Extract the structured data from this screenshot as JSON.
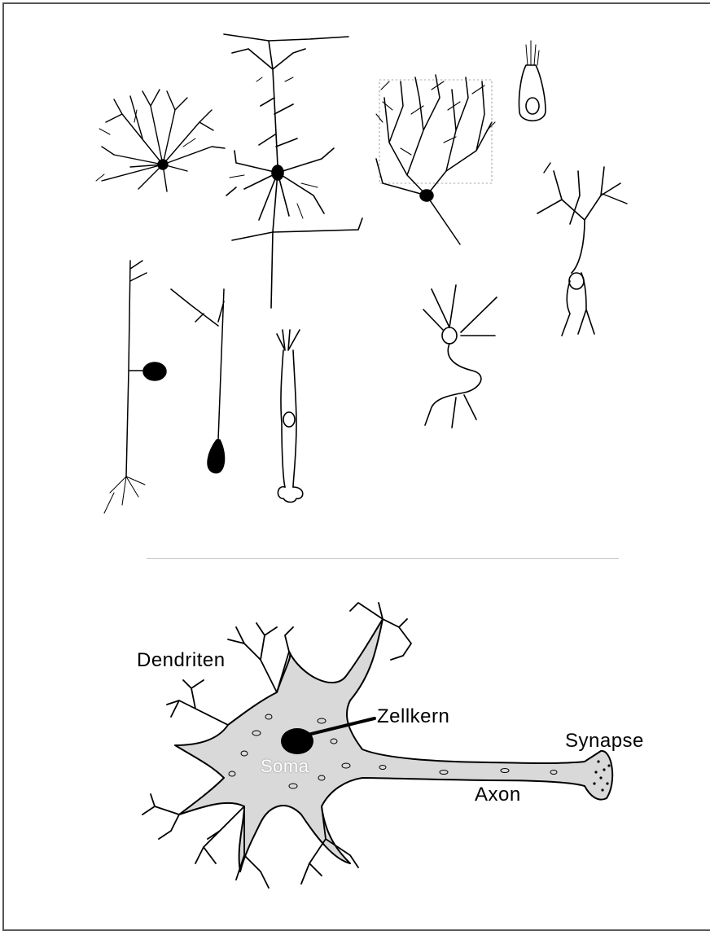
{
  "labels": {
    "dendrites": "Dendriten",
    "nucleus": "Zellkern",
    "synapse": "Synapse",
    "axon": "Axon",
    "soma": "Soma"
  },
  "colors": {
    "ink": "#000000",
    "cell_fill": "#d9d9d9",
    "frame": "#555555",
    "divider": "#c8c8c8"
  }
}
